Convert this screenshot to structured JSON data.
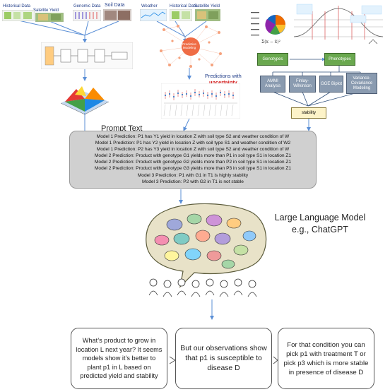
{
  "inputs": {
    "historical_data": "Historical Data",
    "satellite_yield": "Satellite Yield",
    "genomic_data": "Genomic Data",
    "soil_data": "Soil Data",
    "weather": "Weather",
    "historical_data_2": "Historical Data",
    "satellite_yield_2": "Satellite Yield"
  },
  "predictive_modeling_label": "Predictive Modeling",
  "predictions_label": "Predictions with",
  "uncertainty_label": "uncertainty",
  "stats_flow": {
    "genotypes": "Genotypes",
    "phenotypes": "Phenotypes",
    "ammi": "AMMI Analysis",
    "finlay": "Finlay-Wilkinson",
    "gge": "GGE Biplot",
    "variance": "Variance-Covariance Modeling",
    "stability": "stability",
    "formula": "Σ(x − x̄)²"
  },
  "prompt_title": "Prompt Text",
  "prompt_lines": [
    "Model 1 Prediction: P1 has Y1 yield in location Z with soil type S2 and weather condition of W",
    "Model 1 Prediction: P1 has Y2 yield in location Z with soil type S1 and weather condition of W2",
    "Model 1 Prediction: P2 has Y3 yield in location Z with soil type S2 and weather condition of W",
    "Model 2 Prediction: Product with genotype G1 yields more than P1  in soil type S1 in location Z1",
    "Model 2 Prediction: Product with genotype G2 yields more than P2 in soil type S1 in location Z1",
    "Model 2 Prediction: Product with genotype G3 yields more than P3 in soil type S1 in location Z1",
    "Model 3 Prediction: P1 with G1 in T1 is highly stability",
    "Model 3 Prediction: P2 with G2 in T1 is not stable"
  ],
  "llm_label_1": "Large Language Model",
  "llm_label_2": "e.g., ChatGPT",
  "questions": {
    "q1": "What’s product to grow in location L next year? It seems models show it’s better to plant p1 in L based on predicted yield and stability",
    "q2": "But our observations show that p1 is susceptible to disease D",
    "q3": "For that condition you can pick p1 with treatment T or pick p3 which is more stable in presence of disease D"
  },
  "colors": {
    "arrow": "#5b8fd6",
    "flow_green": "#6aa84f",
    "flow_gray": "#8a9bb0",
    "prompt_bg": "#d0d0d0"
  }
}
